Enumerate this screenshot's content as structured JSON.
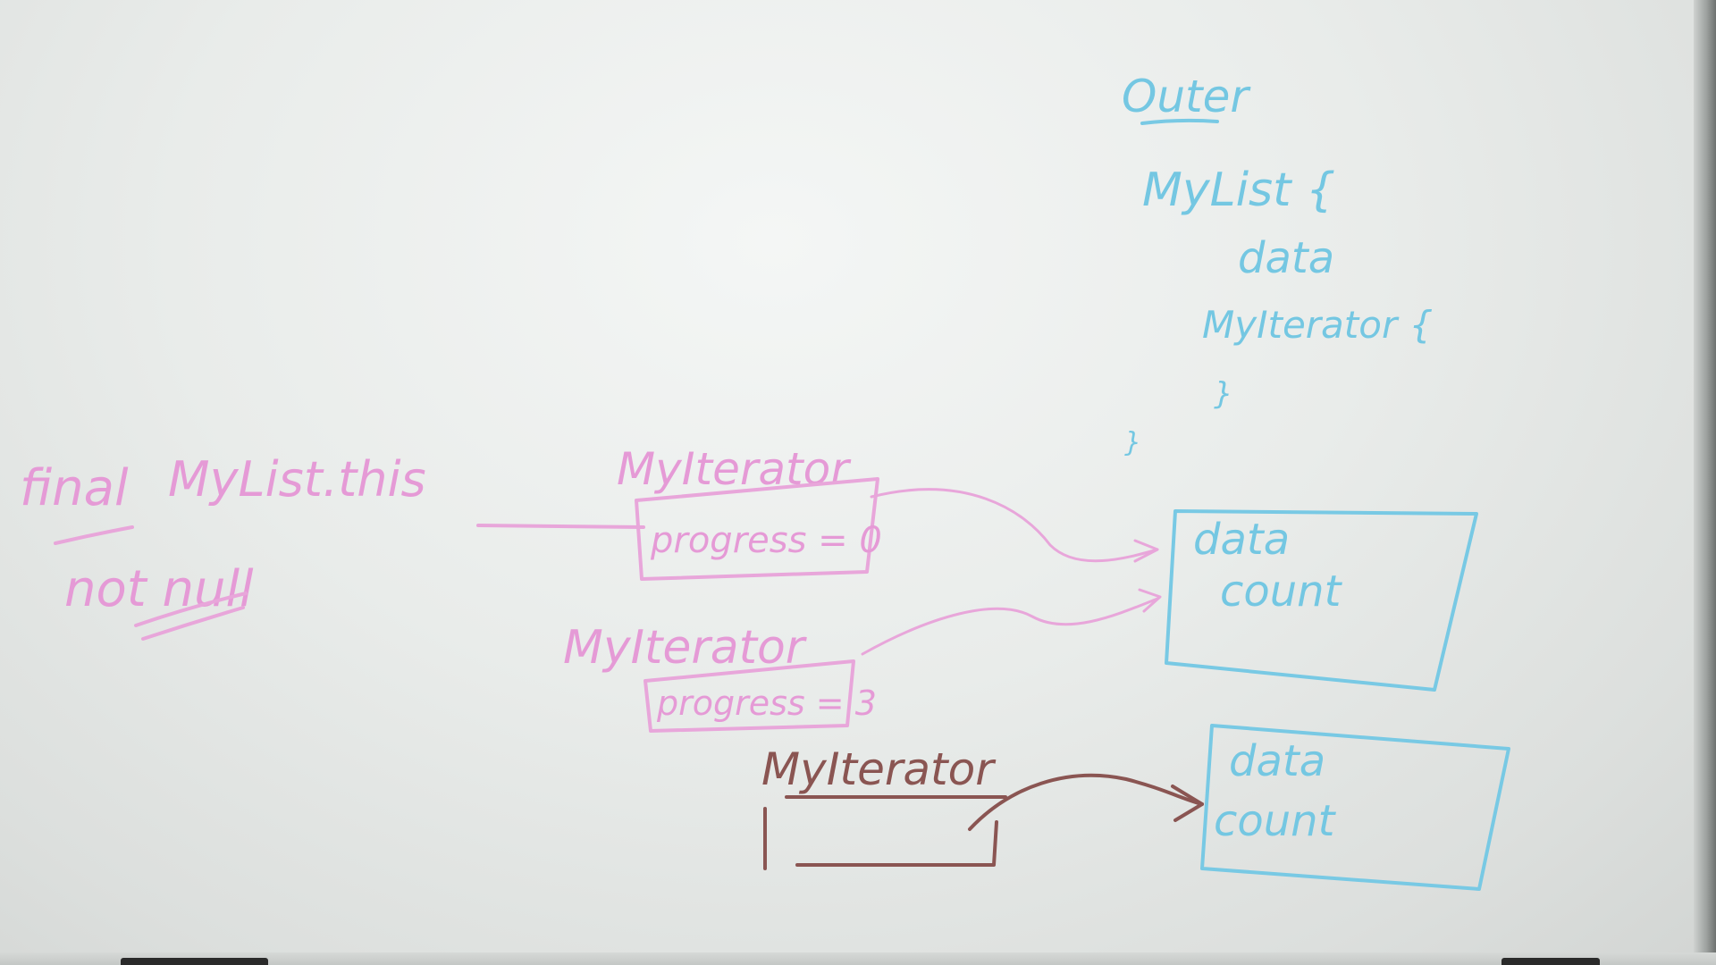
{
  "whiteboard": {
    "outer_code": {
      "title": "Outer",
      "line1": "MyList {",
      "line2": "data",
      "line3": "MyIterator {",
      "line4": "}",
      "line5": "}"
    },
    "final_note": {
      "line1": "final",
      "line1b": "MyList.this",
      "line2": "not null"
    },
    "iterator_a": {
      "label": "MyIterator",
      "field": "progress = 0"
    },
    "iterator_b": {
      "label": "MyIterator",
      "field": "progress = 3"
    },
    "iterator_c": {
      "label": "MyIterator"
    },
    "list_box_1": {
      "line1": "data",
      "line2": "count"
    },
    "list_box_2": {
      "line1": "data",
      "line2": "count"
    },
    "colors": {
      "pink": "#e59ad6",
      "cyan": "#74c7e2",
      "brown": "#8a5552",
      "board": "#eceeed"
    }
  }
}
